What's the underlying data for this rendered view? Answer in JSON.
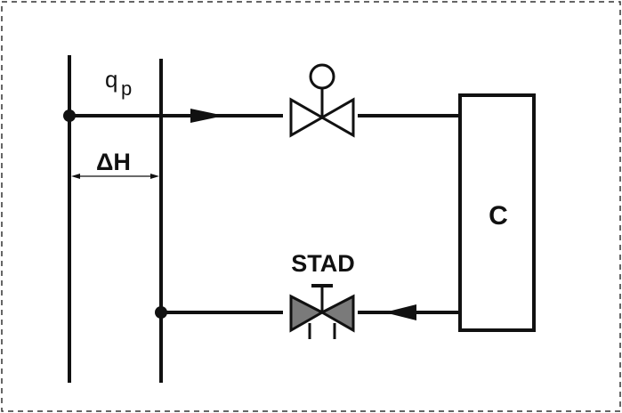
{
  "diagram": {
    "labels": {
      "flow": "q",
      "flow_sub": "p",
      "delta_h": "ΔH",
      "valve_bottom": "STAD",
      "box": "C"
    },
    "colors": {
      "line": "#111111",
      "valve_fill_gray": "#7a7a7a",
      "border_dash": "#333333"
    }
  }
}
